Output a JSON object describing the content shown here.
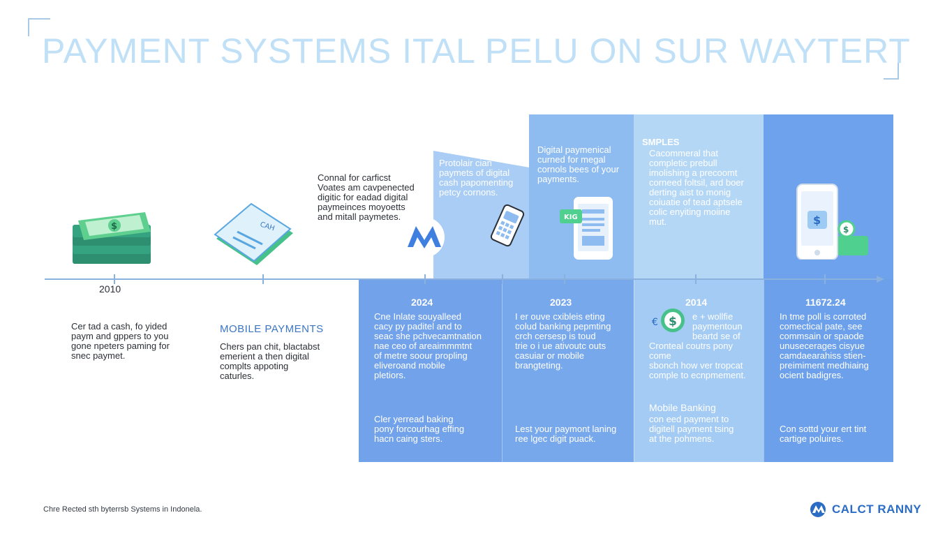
{
  "title": "PAYMENT SYSTEMS ITAL PELU ON SUR WAYTERT",
  "colors": {
    "title": "#bfe0f6",
    "accent": "#2b6cc4",
    "panel_dark": "#6ea2ec",
    "panel_light": "#b5d7f6",
    "timeline": "#8ab0dd"
  },
  "upper_texts": {
    "intro": "Connal for carficst\nVoates am cavpenected\ndigitic for eadad digital\npaymeinces moyoetts\nand mitall paymetes.",
    "panel1": "Protolair cian\npaymets of digital\ncash papomenting\npetcy cornons.",
    "panel2": "Digital paymenical\ncurned for megal\ncornols bees of your\npayments.",
    "panel3_title": "SMPLES",
    "panel3": "Cacommeral that\ncompletic prebull\nimolishing a precoomt\ncorneed foltsil, ard boer\nderting aist to monig\ncoiuatie of tead aptsele\ncolic enyiting moiine\nmut."
  },
  "timeline": {
    "years": [
      "2010",
      "2024",
      "2023",
      "2014",
      "11672.24"
    ]
  },
  "columns": {
    "cash": "Cer tad a cash, fo yided\npaym and gppers to you\ngone npeters paming for\nsnec paymet.",
    "mobile_heading": "MOBILE PAYMENTS",
    "mobile": "Chers pan chit, blactabst\nemerient a then digital\ncomplts appoting\ncaturles.",
    "col2024_top": "Cne Inlate souyalleed\ncacy py paditel and to\nseac she pchvecamtnation\nnae ceo of areaimmmtnt\nof metre soour propling\neliveroand mobile\npletiors.",
    "col2024_bottom": "Cler yerread baking\npony forcourhag effing\nhacn caing sters.",
    "col2023_top": "I er ouve cxibleis eting\ncolud banking pepmting\ncrch cersesp is toud\ntrie o i ue ativoutc outs\ncasuiar or mobile\nbrangteting.",
    "col2023_bottom": "Lest your paymont laning\nree lgec digit puack.",
    "col2014_top": "e + wollfie\npaymentoun\nbeartd se of",
    "col2014_mid": "Cronteal coutrs pony\ncome\nsbonch how ver tropcat\ncomple to ecnpmement.",
    "col2014_heading": "Mobile Banking",
    "col2014_bottom": "con eed payment to\ndigitell payment tsing\nat the pohmens.",
    "col2024b_top": "In tme poll is corroted\ncomectical pate, see\ncommsain or spaode\nunusecerages cisyue\ncamdaearahiss stien-\npreimiment medhiaing\nocient badigres.",
    "col2024b_bottom": "Con sottd your ert tint\ncartige poluires."
  },
  "icons": {
    "cash": "cash-stack-icon",
    "card": "payment-card-icon",
    "brand_logo": "m-logo-icon",
    "phone_keypad": "phone-keypad-icon",
    "mobile_app": "mobile-app-icon",
    "dollar_badge": "dollar-coin-icon",
    "smartphone": "smartphone-dollar-icon",
    "app_badge_text": "KIG",
    "card_text": "CAH"
  },
  "footer": {
    "note": "Chre Rected sth byterrsb Systems in Indonela.",
    "brand": "CALCT RANNY"
  }
}
